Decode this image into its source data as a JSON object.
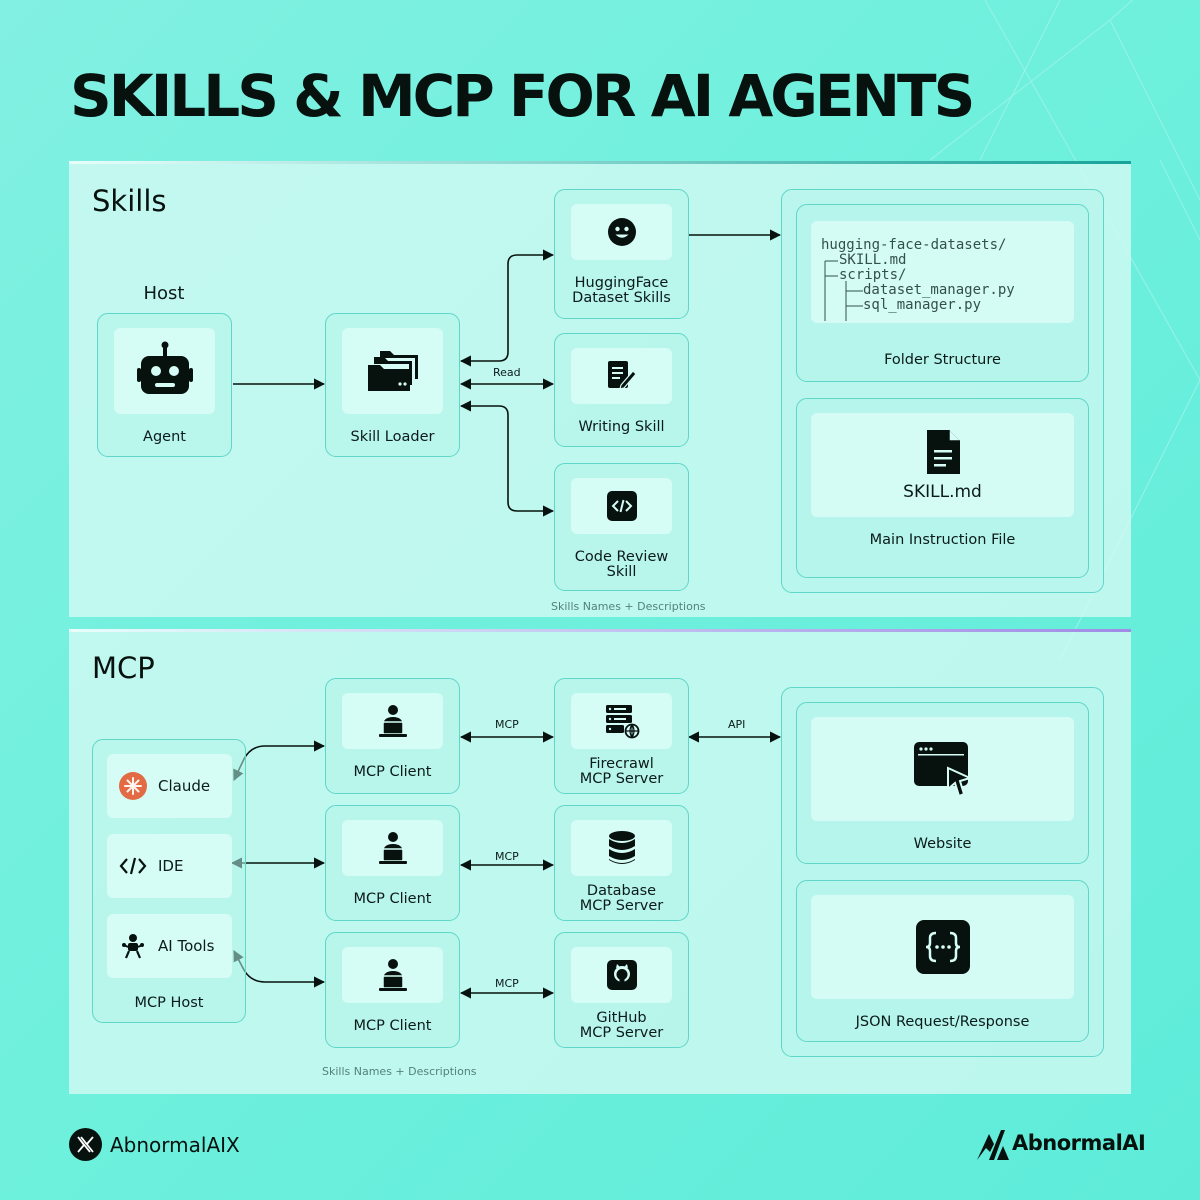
{
  "title": "SKILLS & MCP FOR AI AGENTS",
  "skills": {
    "section_title": "Skills",
    "host_label": "Host",
    "agent_label": "Agent",
    "loader_label": "Skill Loader",
    "read_label": "Read",
    "skill_cards": [
      {
        "label_line1": "HuggingFace",
        "label_line2": "Dataset Skills",
        "icon": "smiley-icon"
      },
      {
        "label_line1": "Writing Skill",
        "label_line2": "",
        "icon": "writing-icon"
      },
      {
        "label_line1": "Code Review",
        "label_line2": "Skill",
        "icon": "code-icon"
      }
    ],
    "folder": {
      "lines": [
        "hugging-face-datasets/",
        "SKILL.md",
        "scripts/",
        "dataset_manager.py",
        "sql_manager.py"
      ],
      "label": "Folder Structure"
    },
    "main_file": {
      "file_name": "SKILL.md",
      "label": "Main Instruction File"
    },
    "footnote": "Skills Names + Descriptions"
  },
  "mcp": {
    "section_title": "MCP",
    "host_label": "MCP Host",
    "host_items": [
      {
        "label": "Claude",
        "icon": "claude-icon"
      },
      {
        "label": "IDE",
        "icon": "code-brackets-icon"
      },
      {
        "label": "AI Tools",
        "icon": "ai-tools-icon"
      }
    ],
    "client_label": "MCP Client",
    "mcp_label": "MCP",
    "api_label": "API",
    "servers": [
      {
        "label_line1": "Firecrawl",
        "label_line2": "MCP Server",
        "icon": "server-globe-icon"
      },
      {
        "label_line1": "Database",
        "label_line2": "MCP Server",
        "icon": "database-icon"
      },
      {
        "label_line1": "GitHub",
        "label_line2": "MCP Server",
        "icon": "github-icon"
      }
    ],
    "website_label": "Website",
    "json_label": "JSON Request/Response",
    "footnote": "Skills Names + Descriptions"
  },
  "footer": {
    "left_handle": "AbnormalAIX",
    "right_brand": "AbnormalAI"
  },
  "colors": {
    "background": "#6ff0dd",
    "panel": "#d6faf4",
    "card_border": "#5fd6c8",
    "ink": "#07120f",
    "claude_orange": "#e26a45"
  }
}
